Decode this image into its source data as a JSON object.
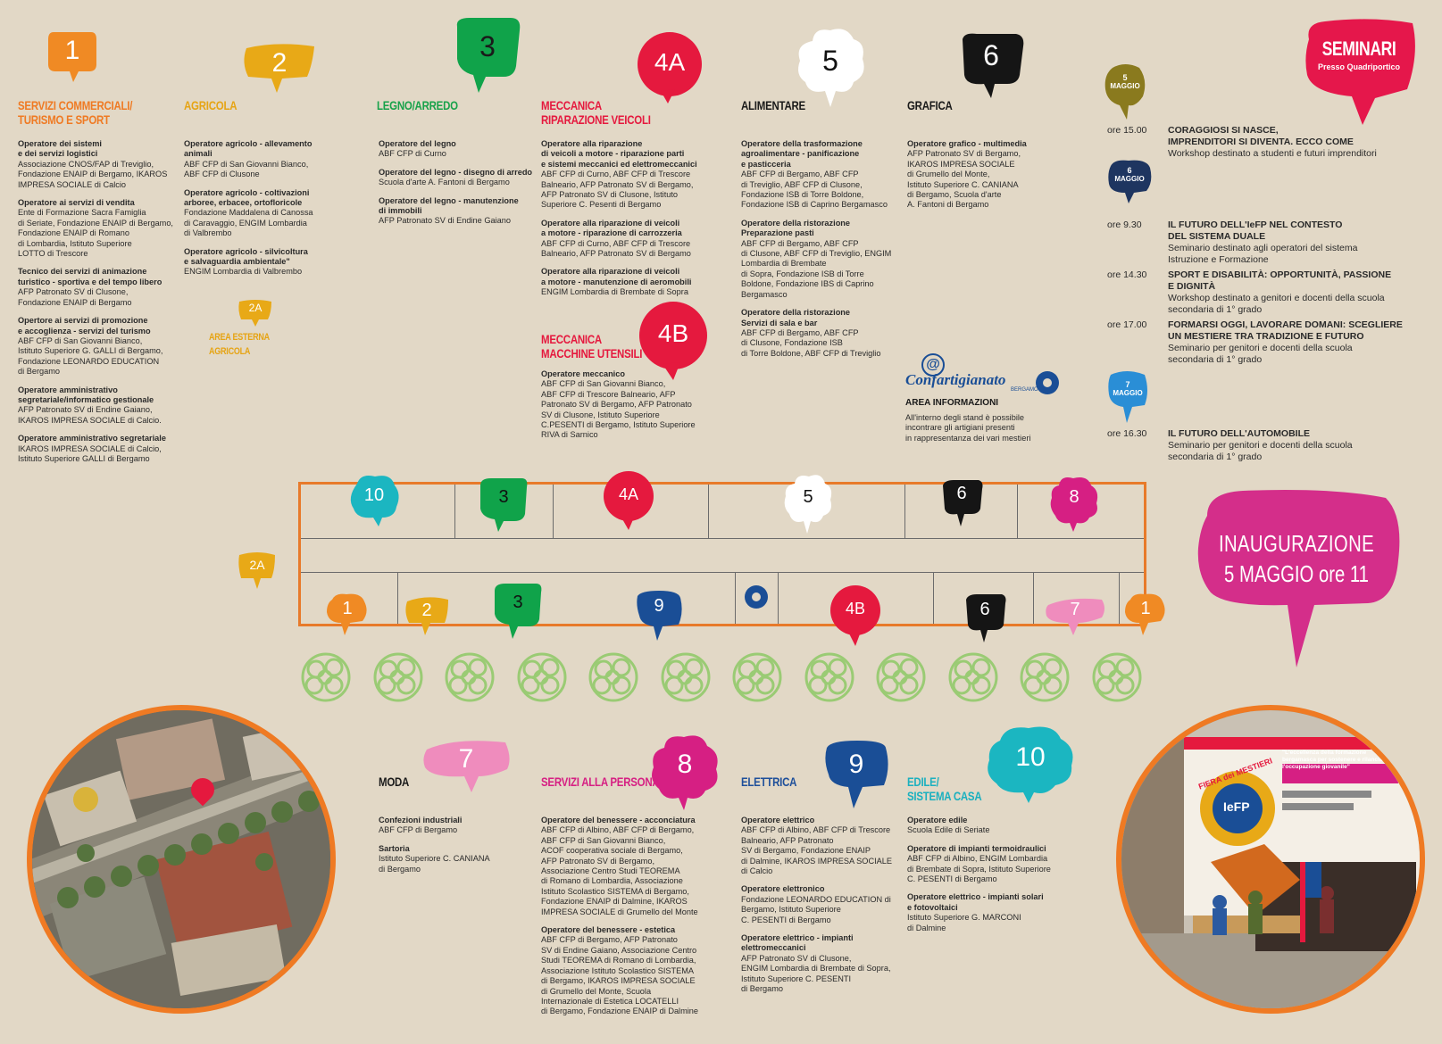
{
  "bubbles": {
    "b1": "1",
    "b2": "2",
    "b2a_small": "2A",
    "b3": "3",
    "b4a": "4A",
    "b4b": "4B",
    "b5": "5",
    "b6": "6",
    "b7": "7",
    "b8": "8",
    "b9": "9",
    "b10": "10"
  },
  "sections": {
    "s1": {
      "title": "SERVIZI COMMERCIALI/\nTURISMO E SPORT",
      "entries": [
        {
          "name": "Operatore dei sistemi\ne dei servizi logistici",
          "schools": "Associazione CNOS/FAP di Treviglio,\nFondazione ENAIP di Bergamo, IKAROS\nIMPRESA SOCIALE di Calcio"
        },
        {
          "name": "Operatore ai servizi di vendita",
          "schools": "Ente di Formazione Sacra Famiglia\ndi Seriate, Fondazione ENAIP di Bergamo,\nFondazione ENAIP di Romano\ndi Lombardia, Istituto Superiore\nLOTTO di Trescore"
        },
        {
          "name": "Tecnico dei servizi di animazione\nturistico - sportiva e del tempo libero",
          "schools": "AFP Patronato SV di Clusone,\nFondazione ENAIP di Bergamo"
        },
        {
          "name": "Opertore ai servizi di promozione\ne accoglienza - servizi del turismo",
          "schools": "ABF CFP di San Giovanni Bianco,\nIstituto Superiore G. GALLI di Bergamo,\nFondazione LEONARDO EDUCATION\ndi Bergamo"
        },
        {
          "name": "Operatore amministrativo\nsegretariale/informatico gestionale",
          "schools": "AFP Patronato SV di Endine Gaiano,\nIKAROS IMPRESA SOCIALE di Calcio."
        },
        {
          "name": "Operatore amministrativo segretariale",
          "schools": "IKAROS IMPRESA SOCIALE di Calcio,\nIstituto Superiore GALLI di Bergamo"
        }
      ]
    },
    "s2": {
      "title": "AGRICOLA",
      "area_label": "AREA ESTERNA AGRICOLA",
      "entries": [
        {
          "name": "Operatore agricolo - allevamento\nanimali",
          "schools": "ABF CFP di San Giovanni Bianco,\nABF CFP di Clusone"
        },
        {
          "name": "Operatore agricolo - coltivazioni\narboree, erbacee, ortofloricole",
          "schools": "Fondazione Maddalena di Canossa\ndi Caravaggio, ENGIM Lombardia\ndi Valbrembo"
        },
        {
          "name": "Operatore agricolo - silvicoltura\ne salvaguardia ambientale\"",
          "schools": "ENGIM Lombardia di Valbrembo"
        }
      ]
    },
    "s3": {
      "title": "LEGNO/ARREDO",
      "entries": [
        {
          "name": "Operatore del legno",
          "schools": "ABF CFP di Curno"
        },
        {
          "name": "Operatore del legno - disegno di arredo",
          "schools": "Scuola d'arte A. Fantoni di Bergamo"
        },
        {
          "name": "Operatore del legno - manutenzione\ndi immobili",
          "schools": "AFP Patronato SV di Endine Gaiano"
        }
      ]
    },
    "s4a": {
      "title": "MECCANICA\nRIPARAZIONE VEICOLI",
      "entries": [
        {
          "name": "Operatore alla riparazione\ndi veicoli a motore - riparazione parti\ne sistemi meccanici ed elettromeccanici",
          "schools": "ABF CFP di Curno, ABF CFP di Trescore\nBalneario, AFP Patronato SV di Bergamo,\nAFP Patronato SV di Clusone, Istituto\nSuperiore C. Pesenti di Bergamo"
        },
        {
          "name": "Operatore alla riparazione di veicoli\na motore - riparazione di carrozzeria",
          "schools": "ABF CFP di Curno, ABF CFP di Trescore\nBalneario, AFP Patronato SV di Bergamo"
        },
        {
          "name": "Operatore alla riparazione di veicoli\na motore - manutenzione di aeromobili",
          "schools": "ENGIM Lombardia di Brembate di Sopra"
        }
      ]
    },
    "s4b": {
      "title": "MECCANICA\nMACCHINE UTENSILI",
      "entries": [
        {
          "name": "Operatore meccanico",
          "schools": "ABF CFP di San Giovanni Bianco,\nABF CFP di Trescore Balneario, AFP\nPatronato SV di Bergamo, AFP Patronato\nSV di Clusone, Istituto Superiore\nC.PESENTI di Bergamo, Istituto Superiore\nRIVA di Sarnico"
        }
      ]
    },
    "s5": {
      "title": "ALIMENTARE",
      "entries": [
        {
          "name": "Operatore della trasformazione\nagroalimentare - panificazione\ne pasticceria",
          "schools": "ABF CFP di Bergamo, ABF CFP\ndi Treviglio, ABF CFP di Clusone,\nFondazione ISB di Torre Boldone,\nFondazione ISB di Caprino Bergamasco"
        },
        {
          "name": "Operatore della ristorazione\nPreparazione pasti",
          "schools": "ABF CFP di Bergamo, ABF CFP\ndi Clusone, ABF CFP di Treviglio, ENGIM\nLombardia di Brembate\ndi Sopra, Fondazione ISB di Torre\nBoldone, Fondazione IBS di Caprino\nBergamasco"
        },
        {
          "name": "Operatore della ristorazione\nServizi di sala e bar",
          "schools": "ABF CFP di Bergamo, ABF CFP\ndi Clusone, Fondazione ISB\ndi Torre Boldone, ABF CFP di Treviglio"
        }
      ]
    },
    "s6": {
      "title": "GRAFICA",
      "entries": [
        {
          "name": "Operatore grafico - multimedia",
          "schools": "AFP Patronato SV di Bergamo,\nIKAROS IMPRESA SOCIALE\ndi Grumello del Monte,\nIstituto Superiore C. CANIANA\ndi Bergamo, Scuola d'arte\nA. Fantoni di Bergamo"
        }
      ]
    },
    "s7": {
      "title": "MODA",
      "entries": [
        {
          "name": "Confezioni industriali",
          "schools": "ABF CFP di Bergamo"
        },
        {
          "name": "Sartoria",
          "schools": "Istituto Superiore C. CANIANA\ndi Bergamo"
        }
      ]
    },
    "s8": {
      "title": "SERVIZI ALLA PERSONA",
      "entries": [
        {
          "name": "Operatore del benessere - acconciatura",
          "schools": "ABF CFP di Albino, ABF CFP di Bergamo,\nABF CFP di San Giovanni Bianco,\nACOF cooperativa sociale di Bergamo,\nAFP Patronato SV di Bergamo,\nAssociazione Centro Studi TEOREMA\ndi Romano di Lombardia, Associazione\nIstituto Scolastico SISTEMA di Bergamo,\nFondazione ENAIP di Dalmine, IKAROS\nIMPRESA SOCIALE di Grumello del Monte"
        },
        {
          "name": "Operatore del benessere - estetica",
          "schools": "ABF CFP di Bergamo, AFP Patronato\nSV di Endine Gaiano, Associazione Centro\nStudi TEOREMA di Romano di Lombardia,\nAssociazione Istituto Scolastico SISTEMA\ndi Bergamo, IKAROS IMPRESA SOCIALE\ndi Grumello del Monte, Scuola\nInternazionale di Estetica LOCATELLI\ndi Bergamo, Fondazione ENAIP di Dalmine"
        }
      ]
    },
    "s9": {
      "title": "ELETTRICA",
      "entries": [
        {
          "name": "Operatore elettrico",
          "schools": "ABF CFP di Albino, ABF CFP di Trescore\nBalneario, AFP Patronato\nSV di Bergamo, Fondazione ENAIP\ndi Dalmine, IKAROS IMPRESA SOCIALE\ndi Calcio"
        },
        {
          "name": "Operatore elettronico",
          "schools": "Fondazione LEONARDO EDUCATION di\nBergamo, Istituto Superiore\nC. PESENTI di Bergamo"
        },
        {
          "name": "Operatore elettrico - impianti\nelettromeccanici",
          "schools": "AFP Patronato SV di Clusone,\nENGIM Lombardia di Brembate di Sopra,\nIstituto Superiore C. PESENTI\ndi Bergamo"
        }
      ]
    },
    "s10": {
      "title": "EDILE/\nSISTEMA CASA",
      "entries": [
        {
          "name": "Operatore edile",
          "schools": "Scuola Edile di Seriate"
        },
        {
          "name": "Operatore di impianti termoidraulici",
          "schools": "ABF CFP di Albino, ENGIM Lombardia\ndi Brembate di Sopra, Istituto Superiore\nC. PESENTI di Bergamo"
        },
        {
          "name": "Operatore elettrico - impianti solari\ne fotovoltaici",
          "schools": "Istituto Superiore G. MARCONI\ndi Dalmine"
        }
      ]
    }
  },
  "info": {
    "logo_text": "Confartigianato",
    "logo_sub": "BERGAMO",
    "title": "AREA INFORMAZIONI",
    "text": "All'interno degli stand è possibile\nincontrare gli artigiani presenti\nin rappresentanza dei vari mestieri"
  },
  "seminari": {
    "title": "SEMINARI",
    "subtitle": "Presso Quadriportico",
    "days": [
      {
        "badge_num": "5",
        "badge_month": "MAGGIO",
        "color": "#8a7a1e",
        "events": [
          {
            "time": "ore 15.00",
            "title": "CORAGGIOSI SI NASCE,\nIMPRENDITORI SI DIVENTA. ECCO COME",
            "desc": "Workshop destinato a studenti e futuri imprenditori"
          }
        ]
      },
      {
        "badge_num": "6",
        "badge_month": "MAGGIO",
        "color": "#1e3560",
        "events": [
          {
            "time": "ore 9.30",
            "title": "IL FUTURO DELL'IeFP NEL CONTESTO\nDEL SISTEMA DUALE",
            "desc": "Seminario destinato agli operatori del sistema\nIstruzione e Formazione"
          },
          {
            "time": "ore 14.30",
            "title": "SPORT E DISABILITÀ: OPPORTUNITÀ, PASSIONE\nE DIGNITÀ",
            "desc": "Workshop destinato a genitori e docenti della scuola\nsecondaria di 1° grado"
          },
          {
            "time": "ore 17.00",
            "title": "FORMARSI OGGI, LAVORARE DOMANI: SCEGLIERE\nUN MESTIERE TRA TRADIZIONE E FUTURO",
            "desc": "Seminario per genitori e docenti della scuola\nsecondaria di 1° grado"
          }
        ]
      },
      {
        "badge_num": "7",
        "badge_month": "MAGGIO",
        "color": "#2a8ed6",
        "events": [
          {
            "time": "ore 16.30",
            "title": "IL FUTURO DELL'AUTOMOBILE",
            "desc": "Seminario per genitori e docenti della scuola\nsecondaria di 1° grado"
          }
        ]
      }
    ]
  },
  "inaugurazione": {
    "line1": "INAUGURAZIONE",
    "line2": "5 MAGGIO ore 11"
  },
  "colors": {
    "c1": "#f08a24",
    "c2": "#e8a917",
    "c3": "#10a34a",
    "c4": "#e5193e",
    "c5": "#ffffff",
    "c6": "#151515",
    "c7": "#ef8cbd",
    "c8": "#d61f83",
    "c9": "#1a4e96",
    "c10": "#1bb6c1",
    "seminari": "#e5174b",
    "inaug": "#d42e8a",
    "orange_title": "#ef7a23",
    "yellow_title": "#e6a414",
    "green_title": "#18a24a",
    "red_title": "#e5193e",
    "pink_title": "#d61f83",
    "blue_title": "#1e4f9a",
    "teal_title": "#1bb0bf",
    "tree": "#9acb74"
  },
  "photo_right": {
    "banner_title": "FIERA dei MESTIERI",
    "banner_sub": "IeFP",
    "banner_quote": "\"L'eccellenza della formazione bergamasca per sostenere e rilanciare l'occupazione giovanile\""
  }
}
